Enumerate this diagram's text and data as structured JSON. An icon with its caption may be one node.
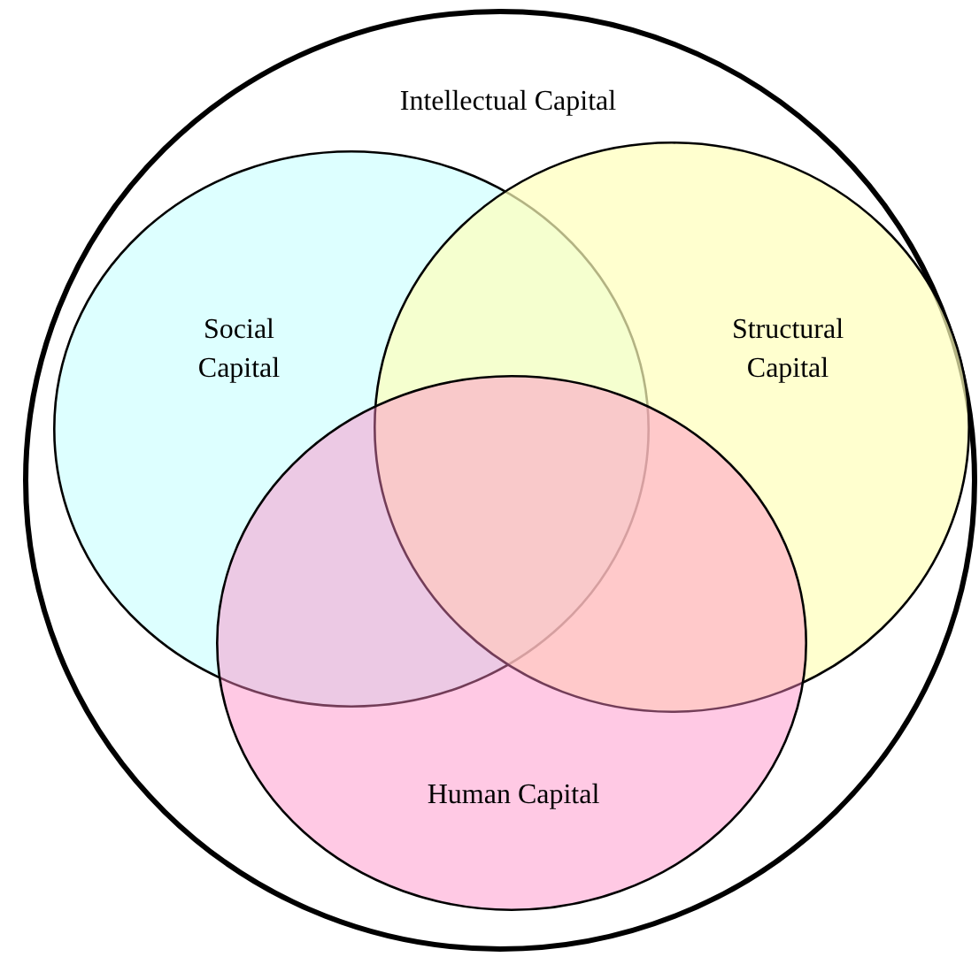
{
  "diagram": {
    "nodes": [
      {
        "text": [
          "Intellectual Capital"
        ]
      },
      {
        "text": [
          "Social Capital"
        ],
        "in": 0
      },
      {
        "text": [
          "Structural Capital"
        ],
        "in": 0
      },
      {
        "text": [
          "Human Capital"
        ],
        "in": 0
      }
    ]
  }
}
